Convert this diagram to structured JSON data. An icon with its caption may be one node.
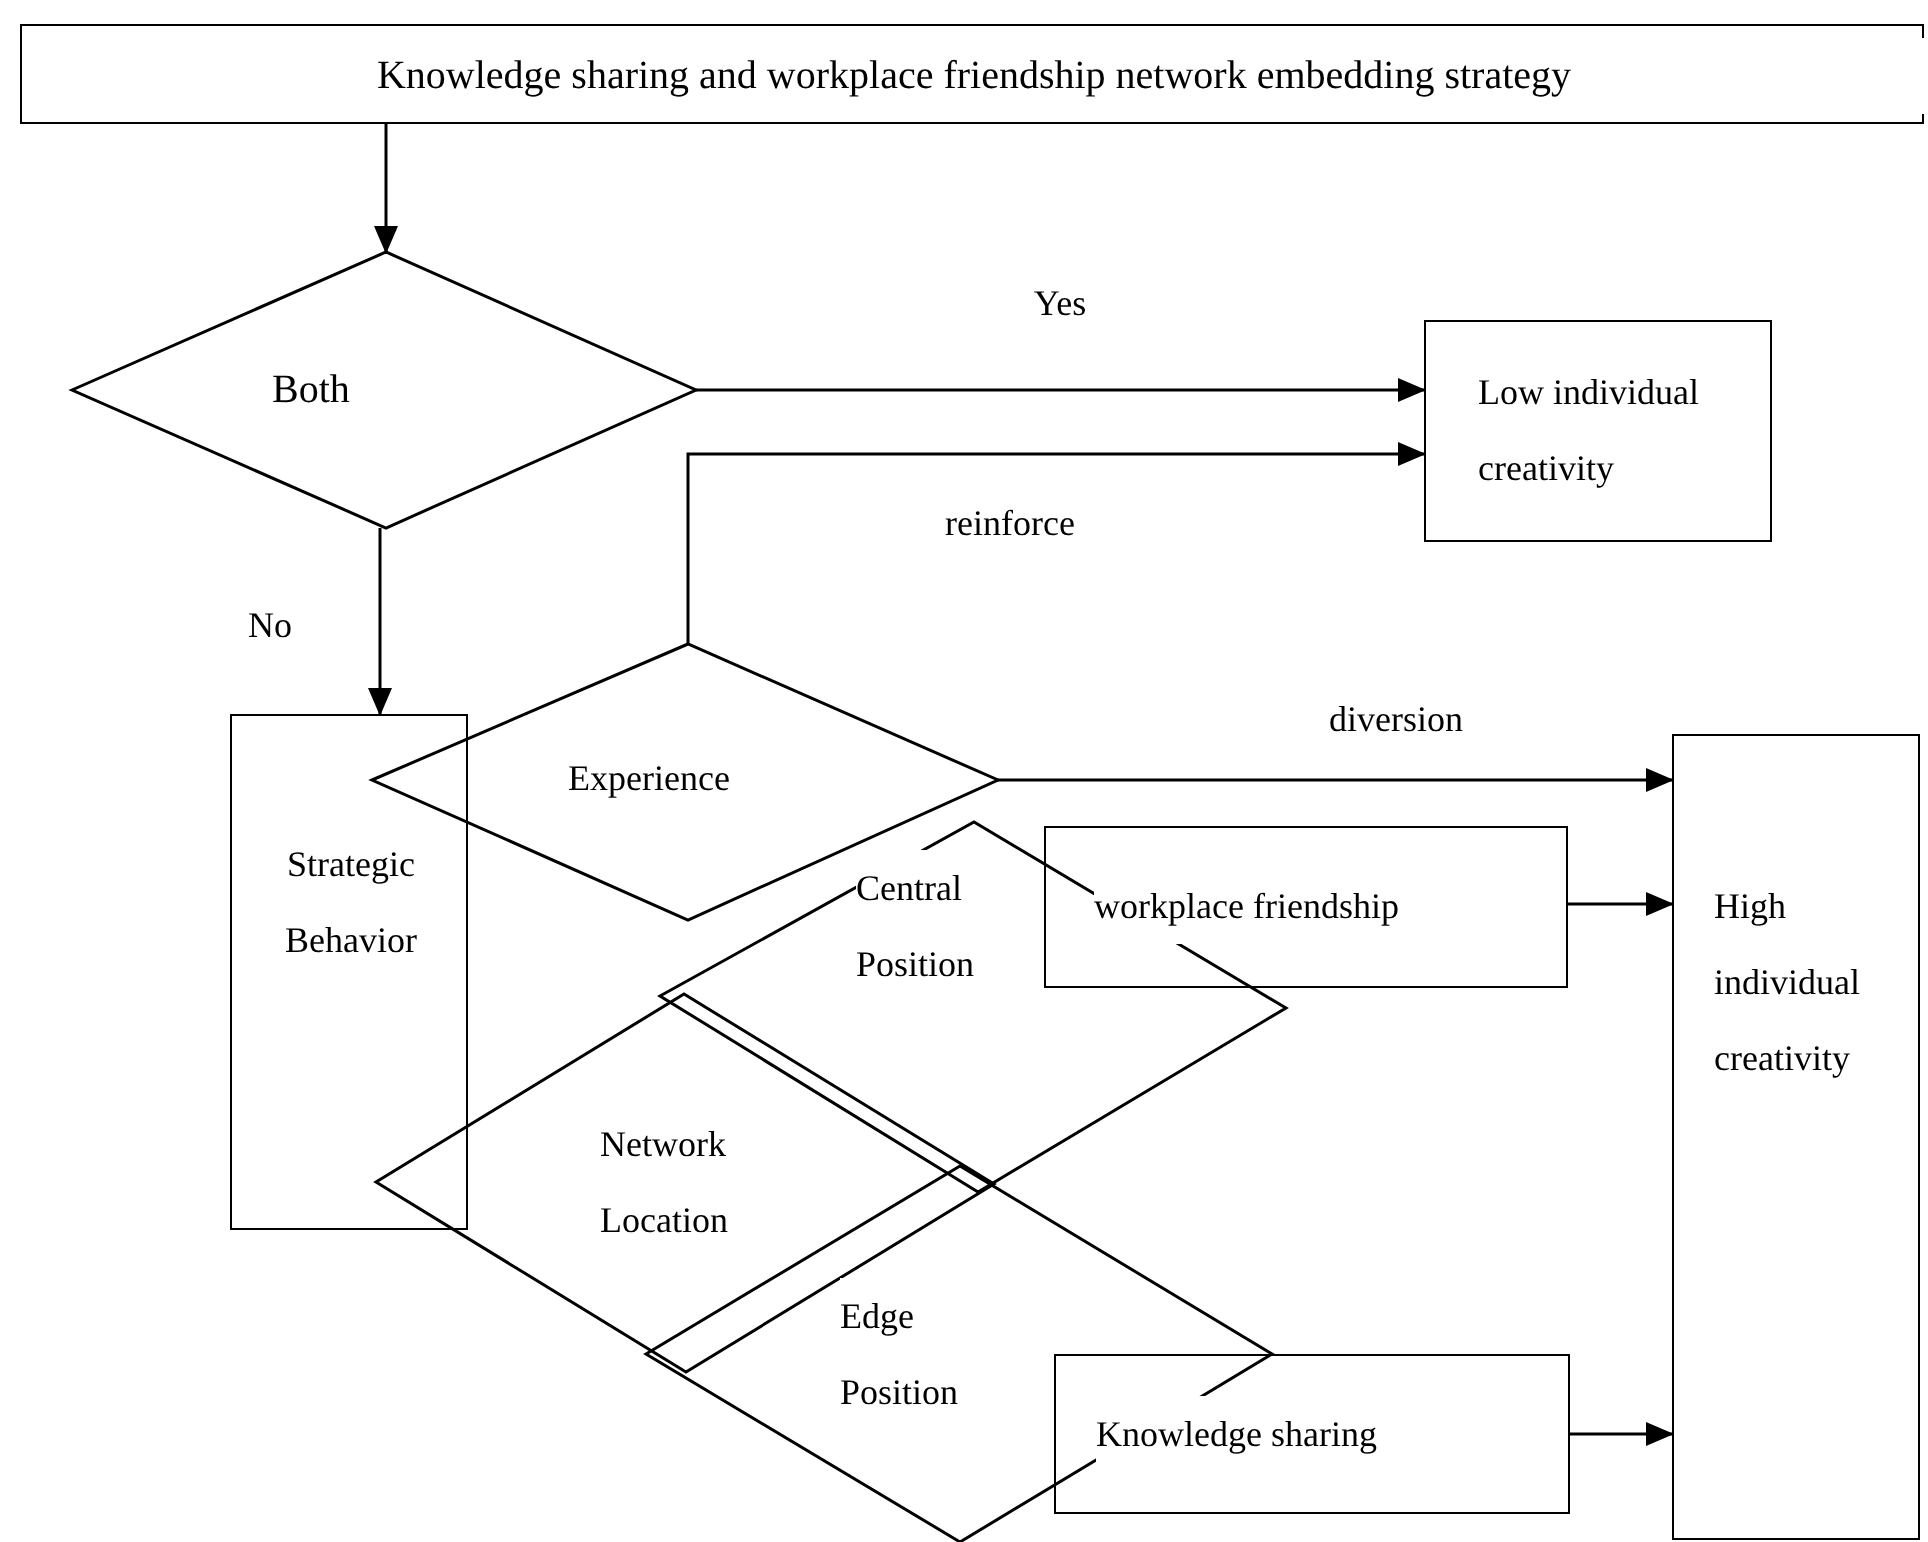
{
  "diagram": {
    "nodes": [
      {
        "text": [
          "Knowledge sharing and workplace friendship network embedding strategy"
        ]
      },
      {
        "text": [
          "Both"
        ]
      },
      {
        "text": [
          "Low individual creativity"
        ]
      },
      {
        "text": [
          "Strategic Behavior"
        ]
      },
      {
        "text": [
          "Experience"
        ]
      },
      {
        "text": [
          "High individual creativity"
        ]
      },
      {
        "text": [
          "workplace friendship"
        ]
      },
      {
        "text": [
          "Central Position"
        ]
      },
      {
        "text": [
          "Network Location"
        ]
      },
      {
        "text": [
          "Edge Position"
        ]
      },
      {
        "text": [
          "Knowledge sharing"
        ]
      }
    ],
    "edges": [
      {
        "from": 0,
        "to": 1,
        "arrow": "to"
      },
      {
        "from": 1,
        "to": 2,
        "arrow": "to",
        "label": "Yes"
      },
      {
        "from": 1,
        "to": 3,
        "arrow": "to",
        "label": "No"
      },
      {
        "from": 4,
        "to": 2,
        "arrow": "to",
        "label": "reinforce"
      },
      {
        "from": 4,
        "to": 5,
        "arrow": "to",
        "label": "diversion"
      },
      {
        "from": 6,
        "to": 5,
        "arrow": "to"
      },
      {
        "from": 10,
        "to": 5,
        "arrow": "to"
      }
    ]
  }
}
